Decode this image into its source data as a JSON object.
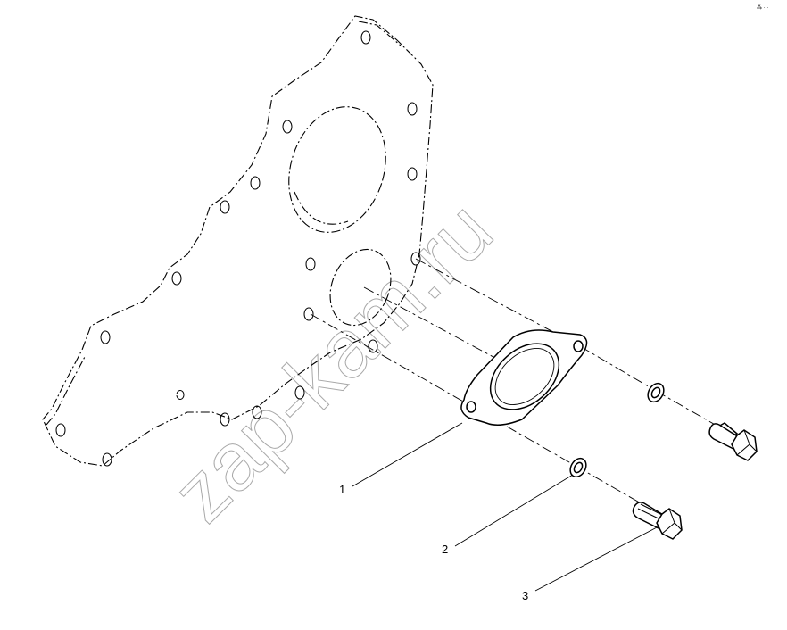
{
  "diagram": {
    "callouts": [
      {
        "number": "1"
      },
      {
        "number": "2"
      },
      {
        "number": "3"
      }
    ],
    "watermark": "zap-kam.ru",
    "corner_mark": "⁂ ···"
  }
}
